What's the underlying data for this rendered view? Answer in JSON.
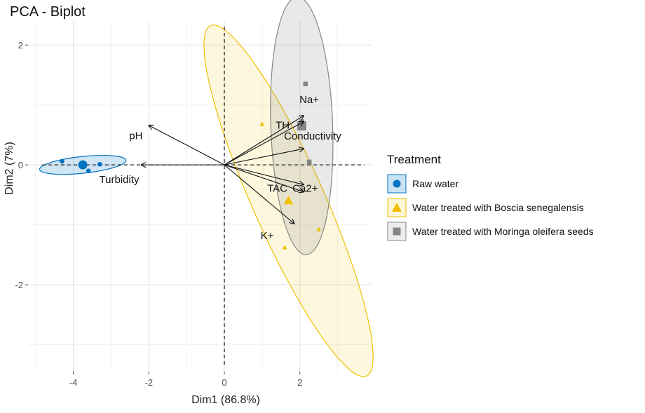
{
  "chart_data": {
    "type": "scatter",
    "title": "PCA - Biplot",
    "xlabel": "Dim1 (86.8%)",
    "ylabel": "Dim2 (7%)",
    "xlim": [
      -5.2,
      3.9
    ],
    "ylim": [
      -3.45,
      2.4
    ],
    "x_ticks": [
      -4,
      -2,
      0,
      2
    ],
    "y_ticks": [
      -2,
      0,
      2
    ],
    "x_tick_labels": [
      "-4",
      "-2",
      "0",
      "2"
    ],
    "y_tick_labels": [
      "-2",
      "0",
      "2"
    ],
    "grid": true,
    "reference_lines": "dashed at x=0 and y=0",
    "legend": {
      "title": "Treatment",
      "position": "right"
    },
    "series": [
      {
        "name": "Raw water",
        "color": "#0073C2",
        "marker": "circle",
        "points": [
          [
            -4.3,
            0.06
          ],
          [
            -3.8,
            0.0
          ],
          [
            -3.6,
            -0.1
          ],
          [
            -3.3,
            0.01
          ]
        ],
        "centroid": [
          -3.75,
          0.0
        ],
        "ellipse": {
          "cx": -3.75,
          "cy": 0.0,
          "rx": 1.15,
          "ry": 0.14,
          "angle_deg": -6
        }
      },
      {
        "name": "Water treated with Boscia senegalensis",
        "color": "#EFC000",
        "marker": "triangle",
        "points": [
          [
            1.0,
            0.68
          ],
          [
            1.6,
            -1.38
          ],
          [
            2.5,
            -1.08
          ]
        ],
        "centroid": [
          1.7,
          -0.6
        ],
        "ellipse": {
          "cx": 1.7,
          "cy": -0.6,
          "rx": 0.95,
          "ry": 3.2,
          "angle_deg": -24
        }
      },
      {
        "name": "Water treated with Moringa oleifera seeds",
        "color": "#868686",
        "marker": "square",
        "points": [
          [
            2.15,
            1.35
          ],
          [
            2.05,
            0.72
          ],
          [
            2.25,
            0.05
          ]
        ],
        "centroid": [
          2.05,
          0.65
        ],
        "ellipse": {
          "cx": 2.05,
          "cy": 0.65,
          "rx": 0.82,
          "ry": 2.15,
          "angle_deg": -2
        }
      }
    ],
    "variables": [
      {
        "label": "pH",
        "x": -2.0,
        "y": 0.66
      },
      {
        "label": "Turbidity",
        "x": -2.2,
        "y": 0.0
      },
      {
        "label": "Na+",
        "x": 2.1,
        "y": 0.82
      },
      {
        "label": "TH",
        "x": 2.1,
        "y": 0.72
      },
      {
        "label": "Conductivity",
        "x": 2.1,
        "y": 0.27
      },
      {
        "label": "TAC",
        "x": 2.1,
        "y": -0.33
      },
      {
        "label": "Ca2+",
        "x": 2.1,
        "y": -0.45
      },
      {
        "label": "K+",
        "x": 1.85,
        "y": -0.98
      }
    ]
  }
}
